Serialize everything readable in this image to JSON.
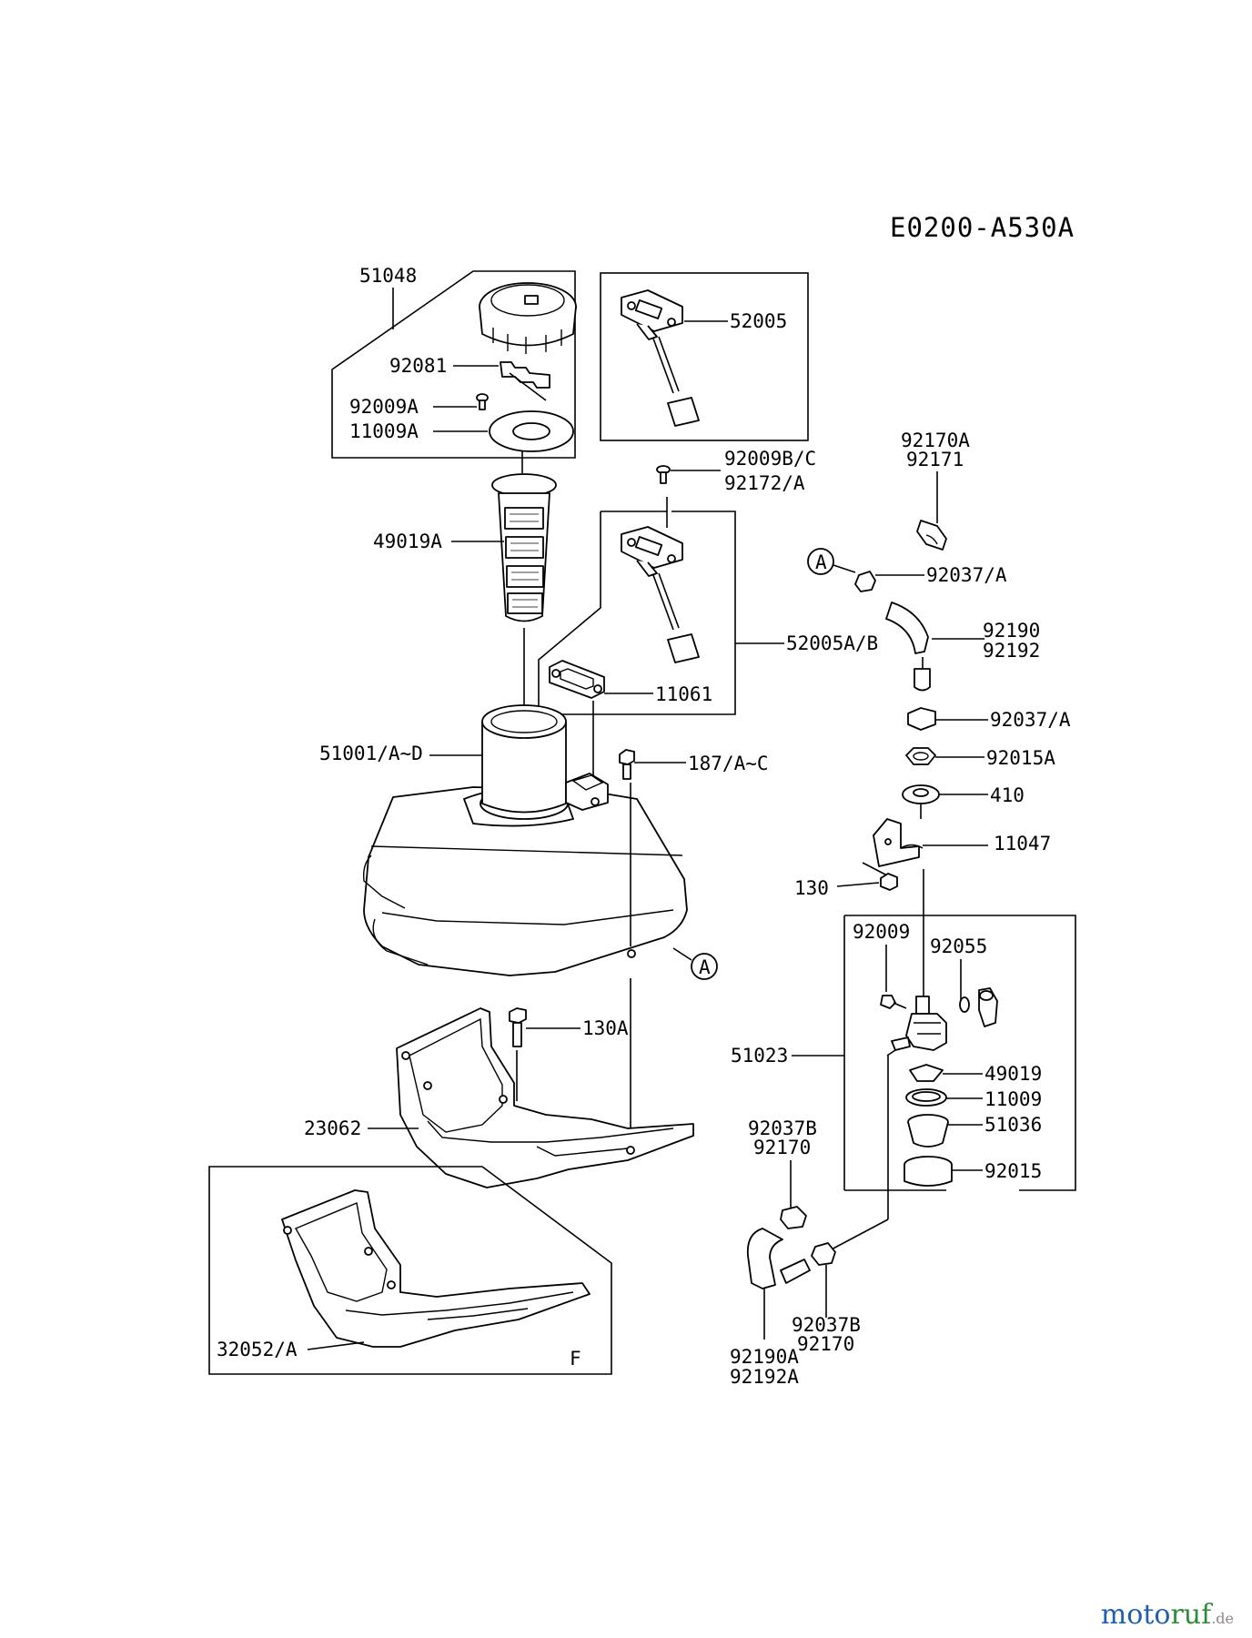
{
  "title": "E0200-A530A",
  "labels": {
    "l51048": "51048",
    "l92081": "92081",
    "l92009A": "92009A",
    "l11009A": "11009A",
    "l49019A": "49019A",
    "l51001": "51001/A~D",
    "l52005": "52005",
    "l92009BC": "92009B/C",
    "l92172A": "92172/A",
    "l52005AB": "52005A/B",
    "l11061": "11061",
    "l187": "187/A~C",
    "l130A": "130A",
    "l23062": "23062",
    "l32052A": "32052/A",
    "lF": "F",
    "l92170A": "92170A",
    "l92171": "92171",
    "l92037A_1": "92037/A",
    "l92190": "92190",
    "l92192": "92192",
    "l92037A_2": "92037/A",
    "l92015A": "92015A",
    "l410": "410",
    "l11047": "11047",
    "l130": "130",
    "l92009": "92009",
    "l92055": "92055",
    "l51023": "51023",
    "l49019": "49019",
    "l11009": "11009",
    "l51036": "51036",
    "l92015": "92015",
    "l92037B_1": "92037B",
    "l92170_1": "92170",
    "l92037B_2": "92037B",
    "l92170_2": "92170",
    "l92190A": "92190A",
    "l92192A": "92192A",
    "refA1": "A",
    "refA2": "A"
  },
  "watermark": {
    "part1": "moto",
    "part2": "ruf",
    "part3": ".de"
  }
}
